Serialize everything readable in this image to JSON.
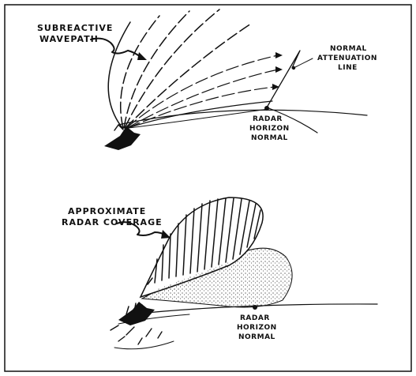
{
  "top_panel": {
    "label_wavepath_line1": "SUBREACTIVE",
    "label_wavepath_line2": "WAVEPATH",
    "label_attenuation_line1": "NORMAL",
    "label_attenuation_line2": "ATTENUATION",
    "label_attenuation_line3": "LINE",
    "label_horizon_line1": "RADAR",
    "label_horizon_line2": "HORIZON",
    "label_horizon_line3": "NORMAL"
  },
  "bottom_panel": {
    "label_coverage_line1": "APPROXIMATE",
    "label_coverage_line2": "RADAR COVERAGE",
    "label_horizon_line1": "RADAR",
    "label_horizon_line2": "HORIZON",
    "label_horizon_line3": "NORMAL"
  }
}
